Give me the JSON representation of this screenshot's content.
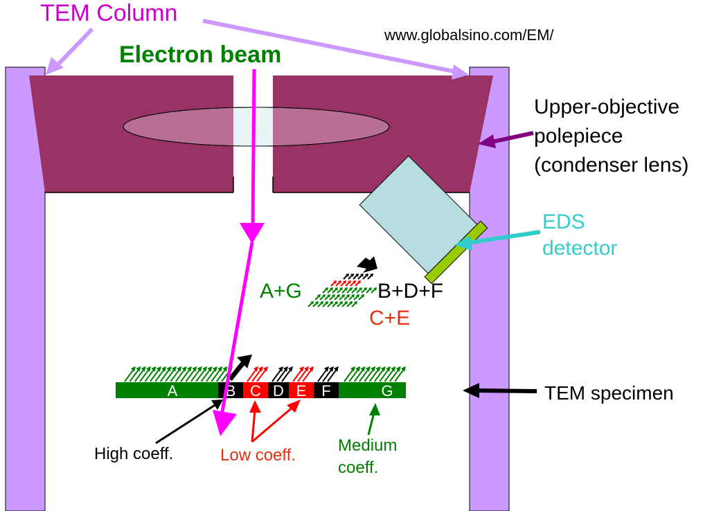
{
  "title_labels": {
    "tem_column": "TEM Column",
    "electron_beam": "Electron beam",
    "website": "www.globalsino.com/EM/"
  },
  "component_labels": {
    "polepiece": "Upper-objective\npolepiece\n(condenser lens)",
    "eds_detector": "EDS\ndetector",
    "tem_specimen": "TEM specimen"
  },
  "xray_groups": {
    "a_plus_g": "A+G",
    "b_d_f": "B+D+F",
    "c_plus_e": "C+E"
  },
  "specimen_regions": [
    {
      "label": "A",
      "coefficient": "medium"
    },
    {
      "label": "B",
      "coefficient": "high"
    },
    {
      "label": "C",
      "coefficient": "low"
    },
    {
      "label": "D",
      "coefficient": "high"
    },
    {
      "label": "E",
      "coefficient": "low"
    },
    {
      "label": "F",
      "coefficient": "high"
    },
    {
      "label": "G",
      "coefficient": "medium"
    }
  ],
  "coefficient_labels": {
    "high": "High coeff.",
    "low": "Low coeff.",
    "medium": "Medium\ncoeff."
  },
  "colors": {
    "column": "#cc99ff",
    "polepiece": "#993366",
    "lens": "#a8889f",
    "detector_body": "#b7dde1",
    "detector_window": "#99cc00",
    "beam": "#ff00ff",
    "medium_coeff": "#008000",
    "low_coeff": "#ff0000",
    "high_coeff": "#000000",
    "eds_label": "#33cccc",
    "tem_column_label": "#cc00cc",
    "polepiece_arrow": "#800080"
  }
}
